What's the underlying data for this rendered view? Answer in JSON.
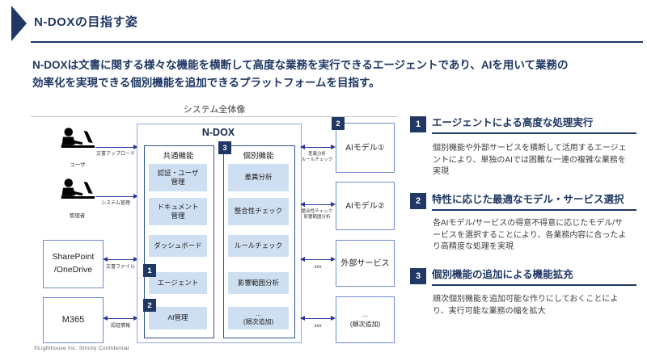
{
  "header": {
    "title": "N-DOXの目指す姿"
  },
  "lead": "N-DOXは文書に関する様々な機能を横断して高度な業務を実行できるエージェントであり、AIを用いて業務の\n効率化を実現できる個別機能を追加できるプラットフォームを目指す。",
  "diagram": {
    "caption": "システム全体像",
    "actors": {
      "user": {
        "label": "ユーザ",
        "arrow": "文書アップロード"
      },
      "admin": {
        "label": "管理者",
        "arrow": "システム管理"
      }
    },
    "external_left": {
      "sharepoint": {
        "label": "SharePoint\n/OneDrive",
        "arrow": "文書ファイル"
      },
      "m365": {
        "label": "M365",
        "arrow": "認証情報"
      }
    },
    "ndox": {
      "title": "N-DOX",
      "common": {
        "title": "共通機能",
        "items": [
          "認証・ユーザ\n管理",
          "ドキュメント\n管理",
          "ダッシュボード",
          "エージェント",
          "AI管理"
        ]
      },
      "individual": {
        "title": "個別機能",
        "items": [
          "差異分析",
          "整合性チェック",
          "ルールチェック",
          "影響範囲分析",
          "...\n(順次追加)"
        ]
      }
    },
    "external_right": {
      "ai1": {
        "label": "AIモデル①",
        "arrow": "差異分析\nルールチェック"
      },
      "ai2": {
        "label": "AIモデル②",
        "arrow": "整合性チェック\n影響範囲分析"
      },
      "ext": {
        "label": "外部サービス",
        "arrow": "xxx"
      },
      "more": {
        "label": "...\n(順次追加)",
        "arrow": "xxx"
      }
    },
    "badges": {
      "one": "1",
      "two": "2",
      "three": "3"
    }
  },
  "points": [
    {
      "num": "1",
      "title": "エージェントによる高度な処理実行",
      "body": "個別機能や外部サービスを横断して活用するエージェントにより、単独のAIでは困難な一連の複雑な業務を実現"
    },
    {
      "num": "2",
      "title": "特性に応じた最適なモデル・サービス選択",
      "body": "各AIモデル/サービスの得意不得意に応じたモデル/サービスを選択することにより、各業務内容に合ったより高精度な処理を実現"
    },
    {
      "num": "3",
      "title": "個別機能の追加による機能拡充",
      "body": "順次個別機能を追加可能な作りにしておくことにより、実行可能な業務の幅を拡大"
    }
  ],
  "footer": "©Lighthouse Inc. Strictly Confidential",
  "colors": {
    "navy": "#1f3864",
    "item_fill": "#cfdff2",
    "arrow": "#2b35a0"
  }
}
